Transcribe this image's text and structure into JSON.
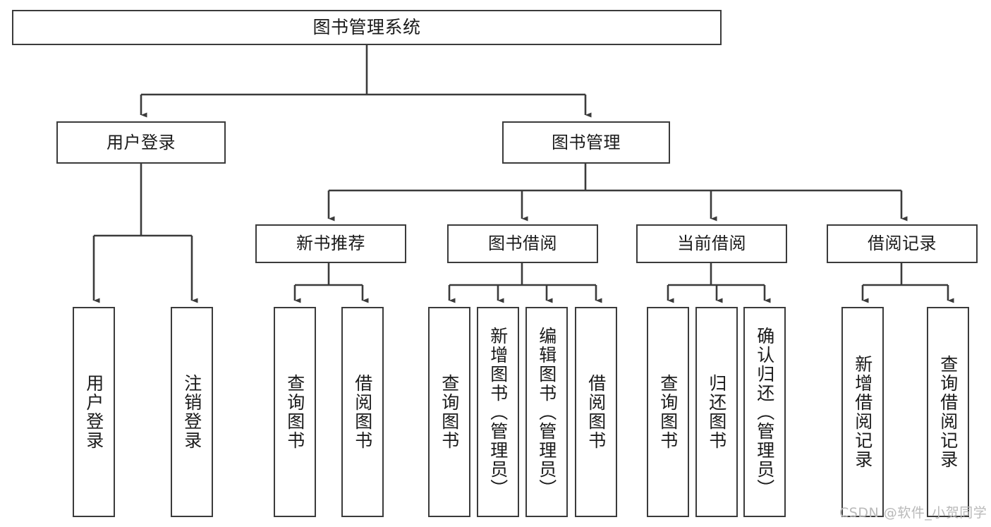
{
  "diagram": {
    "title": "图书管理系统",
    "type": "hierarchy-tree",
    "watermark": "CSDN @软件_小贺同学",
    "colors": {
      "box_border": "#3b3b3b",
      "box_fill": "#ffffff",
      "connector": "#3b3b3b",
      "text": "#1a1a1a",
      "watermark": "#b9b9b9",
      "background": "#ffffff"
    },
    "root": {
      "label": "图书管理系统"
    },
    "level1": [
      {
        "label": "用户登录"
      },
      {
        "label": "图书管理"
      }
    ],
    "level2": [
      {
        "label": "新书推荐"
      },
      {
        "label": "图书借阅"
      },
      {
        "label": "当前借阅"
      },
      {
        "label": "借阅记录"
      }
    ],
    "leaves": {
      "user_login": [
        {
          "label": "用户登录"
        },
        {
          "label": "注销登录"
        }
      ],
      "new_book_recommend": [
        {
          "label": "查询图书"
        },
        {
          "label": "借阅图书"
        }
      ],
      "book_borrow": [
        {
          "label": "查询图书"
        },
        {
          "label": "新增图书（管理员）"
        },
        {
          "label": "编辑图书（管理员）"
        },
        {
          "label": "借阅图书"
        }
      ],
      "current_borrow": [
        {
          "label": "查询图书"
        },
        {
          "label": "归还图书"
        },
        {
          "label": "确认归还（管理员）"
        }
      ],
      "borrow_record": [
        {
          "label": "新增借阅记录"
        },
        {
          "label": "查询借阅记录"
        }
      ]
    }
  }
}
